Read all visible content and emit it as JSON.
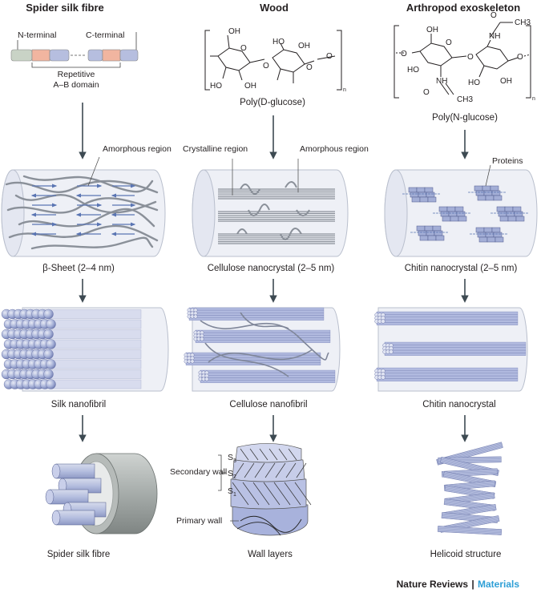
{
  "columns": [
    {
      "header": "Spider silk fibre",
      "terminal_n": "N-terminal",
      "terminal_c": "C-terminal",
      "domain_line1": "Repetitive",
      "domain_line2": "A–B domain",
      "callout": "Amorphous region",
      "level1": "β-Sheet (2–4 nm)",
      "level2": "Silk nanofibril",
      "level3": "Spider silk fibre"
    },
    {
      "header": "Wood",
      "polymer": "Poly(D-glucose)",
      "callout_left": "Crystalline region",
      "callout_right": "Amorphous region",
      "level1": "Cellulose nanocrystal (2–5 nm)",
      "level2": "Cellulose nanofibril",
      "secondary_wall": "Secondary wall",
      "primary_wall": "Primary wall",
      "layers": [
        "S3",
        "S2",
        "S1"
      ],
      "level3": "Wall layers"
    },
    {
      "header": "Arthropod exoskeleton",
      "polymer": "Poly(N-glucose)",
      "callout": "Proteins",
      "level1": "Chitin nanocrystal (2–5 nm)",
      "level2": "Chitin nanocrystal",
      "level3": "Helicoid structure"
    }
  ],
  "chem": {
    "oh": "OH",
    "ho": "HO",
    "o": "O",
    "nh": "NH",
    "ch3": "CH3",
    "n": "n"
  },
  "credit": {
    "journal": "Nature Reviews",
    "separator": "|",
    "section": "Materials"
  },
  "colors": {
    "arrow": "#3d4a52",
    "body_fill": "#eef0f6",
    "body_stroke": "#b9bfcd",
    "chain": "#8a9099",
    "strand": "#5a75b3",
    "unit_fill": "#a3aed6",
    "accent": "#2e9fd6"
  }
}
